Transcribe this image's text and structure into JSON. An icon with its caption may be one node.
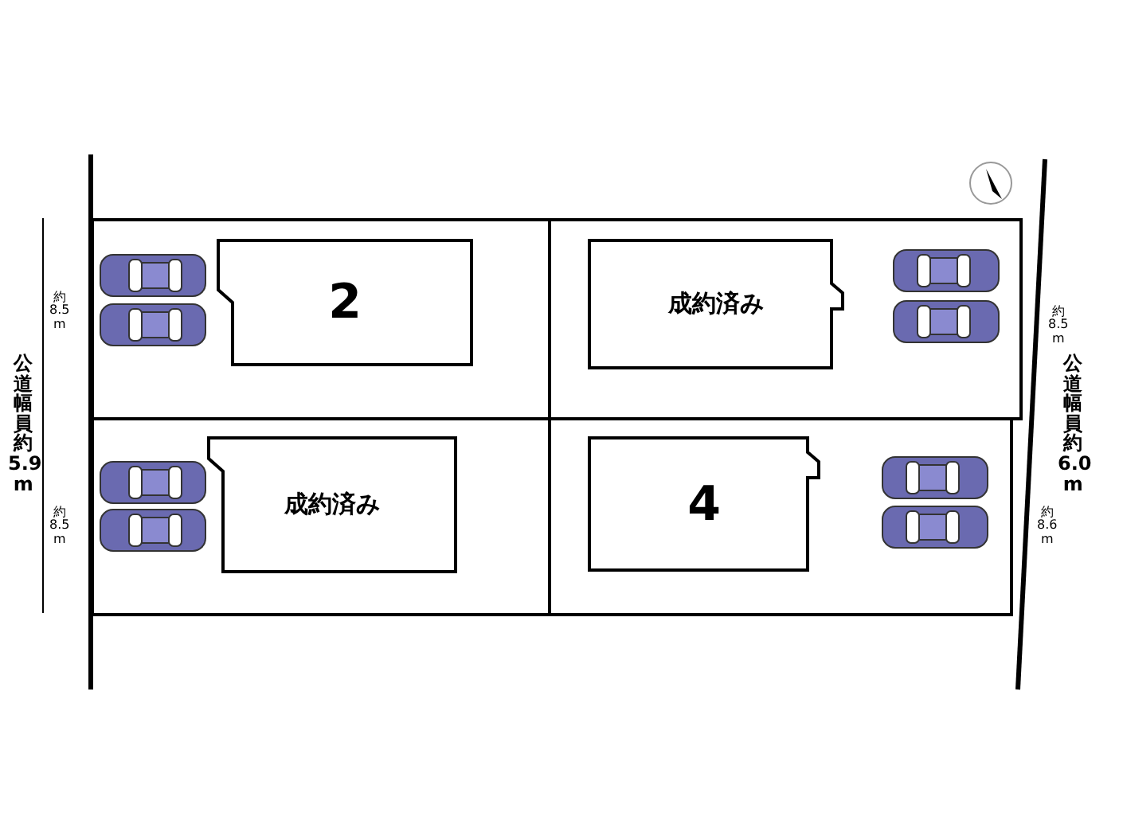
{
  "diagram": {
    "nodes": [
      {
        "text": [],
        "shape": "box"
      },
      {
        "text": [
          "2"
        ],
        "in": 0
      },
      {
        "text": [],
        "shape": "box"
      },
      {
        "text": [
          "成約済み"
        ],
        "in": 2
      },
      {
        "text": [],
        "shape": "box"
      },
      {
        "text": [
          "成約済み"
        ],
        "in": 4
      },
      {
        "text": [],
        "shape": "box"
      },
      {
        "text": [
          "4"
        ],
        "in": 6
      }
    ],
    "edges": [],
    "labels": [
      "約 8.5 m",
      "公道幅員約 5.9 m",
      "約 8.5 m",
      "約 8.5 m",
      "公道幅員約 6.0 m",
      "約 8.6 m"
    ]
  }
}
